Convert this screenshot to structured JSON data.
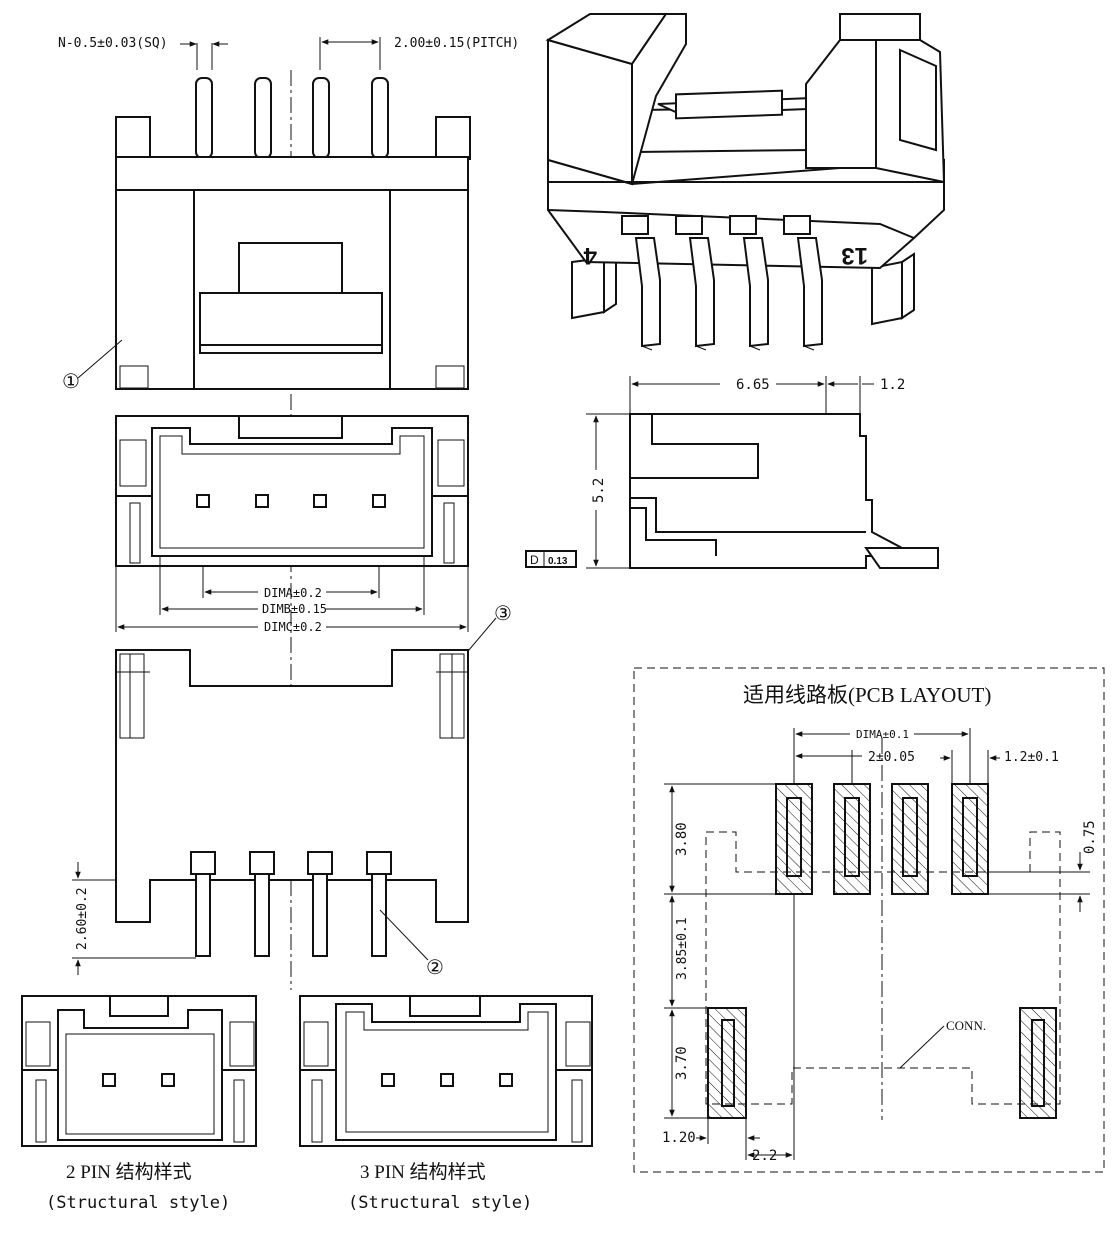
{
  "top_dims": {
    "pin_size": "N-0.5±0.03(SQ)",
    "pitch": "2.00±0.15(PITCH)"
  },
  "front_dims": {
    "dim_a": "DIMA±0.2",
    "dim_b": "DIMB±0.15",
    "dim_c": "DIMC±0.2"
  },
  "bottom_dims": {
    "standoff": "2.60±0.2"
  },
  "callouts": {
    "c1": "①",
    "c2": "②",
    "c3": "③"
  },
  "iso_marks": {
    "pin_first": "4",
    "pin_last": "13"
  },
  "side_dims": {
    "length": "6.65",
    "tail": "1.2",
    "height": "5.2",
    "flatness_symbol": "D",
    "flatness": "0.13"
  },
  "pcb": {
    "title": "适用线路板(PCB LAYOUT)",
    "dim_a": "DIMA±0.1",
    "pitch": "2±0.05",
    "pad_width": "1.2±0.1",
    "dim_380": "3.80",
    "dim_075": "0.75",
    "dim_385": "3.85±0.1",
    "dim_370": "3.70",
    "dim_120": "1.20",
    "dim_22": "2.2",
    "conn": "CONN."
  },
  "variants": [
    {
      "title": "2 PIN 结构样式",
      "subtitle": "(Structural style)",
      "pins": 2
    },
    {
      "title": "3 PIN 结构样式",
      "subtitle": "(Structural style)",
      "pins": 3
    }
  ]
}
